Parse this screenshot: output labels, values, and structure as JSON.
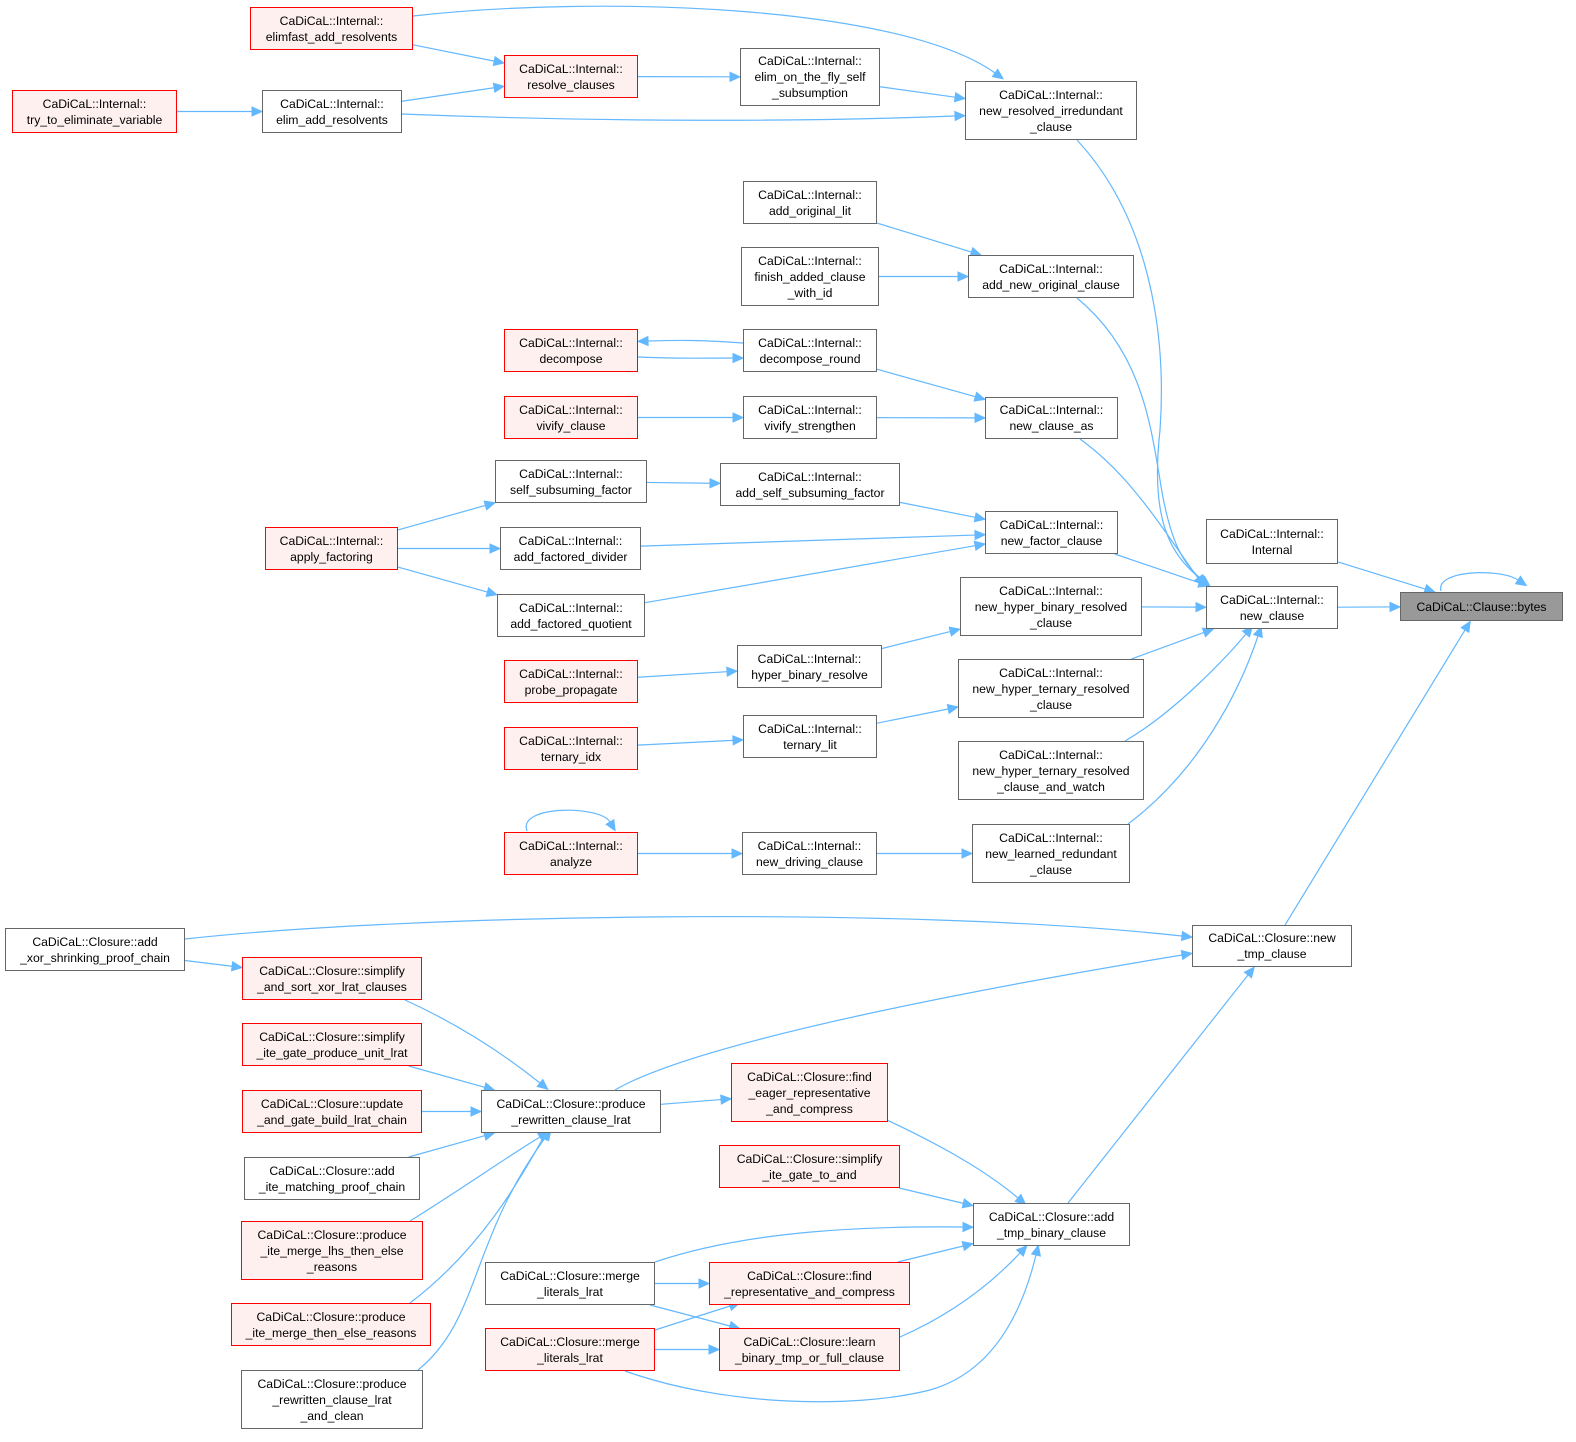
{
  "graph": {
    "title": "",
    "colors": {
      "edge": "#63b8ff",
      "normal_border": "#666666",
      "red_border": "#ff0000",
      "red_fill": "#fff0f0",
      "focus_fill": "#999999"
    },
    "nodes": [
      {
        "id": "bytes",
        "lines": [
          "CaDiCaL::Clause::bytes"
        ],
        "style": "grey"
      },
      {
        "id": "internal_ctor",
        "lines": [
          "CaDiCaL::Internal::",
          "Internal"
        ],
        "style": "normal"
      },
      {
        "id": "new_clause",
        "lines": [
          "CaDiCaL::Internal::",
          "new_clause"
        ],
        "style": "normal"
      },
      {
        "id": "new_tmp_clause",
        "lines": [
          "CaDiCaL::Closure::new",
          "_tmp_clause"
        ],
        "style": "normal"
      },
      {
        "id": "new_resolved_irredundant_clause",
        "lines": [
          "CaDiCaL::Internal::",
          "new_resolved_irredundant",
          "_clause"
        ],
        "style": "normal"
      },
      {
        "id": "add_new_original_clause",
        "lines": [
          "CaDiCaL::Internal::",
          "add_new_original_clause"
        ],
        "style": "normal"
      },
      {
        "id": "new_clause_as",
        "lines": [
          "CaDiCaL::Internal::",
          "new_clause_as"
        ],
        "style": "normal"
      },
      {
        "id": "new_factor_clause",
        "lines": [
          "CaDiCaL::Internal::",
          "new_factor_clause"
        ],
        "style": "normal"
      },
      {
        "id": "new_hyper_binary_resolved_clause",
        "lines": [
          "CaDiCaL::Internal::",
          "new_hyper_binary_resolved",
          "_clause"
        ],
        "style": "normal"
      },
      {
        "id": "new_hyper_ternary_resolved_clause",
        "lines": [
          "CaDiCaL::Internal::",
          "new_hyper_ternary_resolved",
          "_clause"
        ],
        "style": "normal"
      },
      {
        "id": "new_hyper_ternary_resolved_clause_and_watch",
        "lines": [
          "CaDiCaL::Internal::",
          "new_hyper_ternary_resolved",
          "_clause_and_watch"
        ],
        "style": "normal"
      },
      {
        "id": "new_learned_redundant_clause",
        "lines": [
          "CaDiCaL::Internal::",
          "new_learned_redundant",
          "_clause"
        ],
        "style": "normal"
      },
      {
        "id": "elim_on_the_fly_self_subsumption",
        "lines": [
          "CaDiCaL::Internal::",
          "elim_on_the_fly_self",
          "_subsumption"
        ],
        "style": "normal"
      },
      {
        "id": "resolve_clauses",
        "lines": [
          "CaDiCaL::Internal::",
          "resolve_clauses"
        ],
        "style": "red"
      },
      {
        "id": "elimfast_add_resolvents",
        "lines": [
          "CaDiCaL::Internal::",
          "elimfast_add_resolvents"
        ],
        "style": "red"
      },
      {
        "id": "elim_add_resolvents",
        "lines": [
          "CaDiCaL::Internal::",
          "elim_add_resolvents"
        ],
        "style": "normal"
      },
      {
        "id": "try_to_eliminate_variable",
        "lines": [
          "CaDiCaL::Internal::",
          "try_to_eliminate_variable"
        ],
        "style": "red"
      },
      {
        "id": "add_original_lit",
        "lines": [
          "CaDiCaL::Internal::",
          "add_original_lit"
        ],
        "style": "normal"
      },
      {
        "id": "finish_added_clause_with_id",
        "lines": [
          "CaDiCaL::Internal::",
          "finish_added_clause",
          "_with_id"
        ],
        "style": "normal"
      },
      {
        "id": "decompose_round",
        "lines": [
          "CaDiCaL::Internal::",
          "decompose_round"
        ],
        "style": "normal"
      },
      {
        "id": "decompose",
        "lines": [
          "CaDiCaL::Internal::",
          "decompose"
        ],
        "style": "red"
      },
      {
        "id": "vivify_strengthen",
        "lines": [
          "CaDiCaL::Internal::",
          "vivify_strengthen"
        ],
        "style": "normal"
      },
      {
        "id": "vivify_clause",
        "lines": [
          "CaDiCaL::Internal::",
          "vivify_clause"
        ],
        "style": "red"
      },
      {
        "id": "add_self_subsuming_factor",
        "lines": [
          "CaDiCaL::Internal::",
          "add_self_subsuming_factor"
        ],
        "style": "normal"
      },
      {
        "id": "self_subsuming_factor",
        "lines": [
          "CaDiCaL::Internal::",
          "self_subsuming_factor"
        ],
        "style": "normal"
      },
      {
        "id": "add_factored_divider",
        "lines": [
          "CaDiCaL::Internal::",
          "add_factored_divider"
        ],
        "style": "normal"
      },
      {
        "id": "add_factored_quotient",
        "lines": [
          "CaDiCaL::Internal::",
          "add_factored_quotient"
        ],
        "style": "normal"
      },
      {
        "id": "apply_factoring",
        "lines": [
          "CaDiCaL::Internal::",
          "apply_factoring"
        ],
        "style": "red"
      },
      {
        "id": "hyper_binary_resolve",
        "lines": [
          "CaDiCaL::Internal::",
          "hyper_binary_resolve"
        ],
        "style": "normal"
      },
      {
        "id": "probe_propagate",
        "lines": [
          "CaDiCaL::Internal::",
          "probe_propagate"
        ],
        "style": "red"
      },
      {
        "id": "ternary_lit",
        "lines": [
          "CaDiCaL::Internal::",
          "ternary_lit"
        ],
        "style": "normal"
      },
      {
        "id": "ternary_idx",
        "lines": [
          "CaDiCaL::Internal::",
          "ternary_idx"
        ],
        "style": "red"
      },
      {
        "id": "new_driving_clause",
        "lines": [
          "CaDiCaL::Internal::",
          "new_driving_clause"
        ],
        "style": "normal"
      },
      {
        "id": "analyze",
        "lines": [
          "CaDiCaL::Internal::",
          "analyze"
        ],
        "style": "red"
      },
      {
        "id": "add_xor_shrinking_proof_chain",
        "lines": [
          "CaDiCaL::Closure::add",
          "_xor_shrinking_proof_chain"
        ],
        "style": "normal"
      },
      {
        "id": "simplify_and_sort_xor_lrat_clauses",
        "lines": [
          "CaDiCaL::Closure::simplify",
          "_and_sort_xor_lrat_clauses"
        ],
        "style": "red"
      },
      {
        "id": "simplify_ite_gate_produce_unit_lrat",
        "lines": [
          "CaDiCaL::Closure::simplify",
          "_ite_gate_produce_unit_lrat"
        ],
        "style": "red"
      },
      {
        "id": "update_and_gate_build_lrat_chain",
        "lines": [
          "CaDiCaL::Closure::update",
          "_and_gate_build_lrat_chain"
        ],
        "style": "red"
      },
      {
        "id": "add_ite_matching_proof_chain",
        "lines": [
          "CaDiCaL::Closure::add",
          "_ite_matching_proof_chain"
        ],
        "style": "normal"
      },
      {
        "id": "produce_ite_merge_lhs_then_else_reasons",
        "lines": [
          "CaDiCaL::Closure::produce",
          "_ite_merge_lhs_then_else",
          "_reasons"
        ],
        "style": "red"
      },
      {
        "id": "produce_ite_merge_then_else_reasons",
        "lines": [
          "CaDiCaL::Closure::produce",
          "_ite_merge_then_else_reasons"
        ],
        "style": "red"
      },
      {
        "id": "produce_rewritten_clause_lrat_and_clean",
        "lines": [
          "CaDiCaL::Closure::produce",
          "_rewritten_clause_lrat",
          "_and_clean"
        ],
        "style": "normal"
      },
      {
        "id": "produce_rewritten_clause_lrat",
        "lines": [
          "CaDiCaL::Closure::produce",
          "_rewritten_clause_lrat"
        ],
        "style": "normal"
      },
      {
        "id": "find_eager_representative_and_compress",
        "lines": [
          "CaDiCaL::Closure::find",
          "_eager_representative",
          "_and_compress"
        ],
        "style": "red"
      },
      {
        "id": "simplify_ite_gate_to_and",
        "lines": [
          "CaDiCaL::Closure::simplify",
          "_ite_gate_to_and"
        ],
        "style": "red"
      },
      {
        "id": "add_tmp_binary_clause",
        "lines": [
          "CaDiCaL::Closure::add",
          "_tmp_binary_clause"
        ],
        "style": "normal"
      },
      {
        "id": "find_representative_and_compress",
        "lines": [
          "CaDiCaL::Closure::find",
          "_representative_and_compress"
        ],
        "style": "red"
      },
      {
        "id": "learn_binary_tmp_or_full_clause",
        "lines": [
          "CaDiCaL::Closure::learn",
          "_binary_tmp_or_full_clause"
        ],
        "style": "red"
      },
      {
        "id": "merge_literals_lrat_a",
        "lines": [
          "CaDiCaL::Closure::merge",
          "_literals_lrat"
        ],
        "style": "normal"
      },
      {
        "id": "merge_literals_lrat_b",
        "lines": [
          "CaDiCaL::Closure::merge",
          "_literals_lrat"
        ],
        "style": "red"
      }
    ],
    "edges": [
      [
        "bytes",
        "bytes"
      ],
      [
        "internal_ctor",
        "bytes"
      ],
      [
        "new_clause",
        "bytes"
      ],
      [
        "new_tmp_clause",
        "bytes"
      ],
      [
        "new_resolved_irredundant_clause",
        "new_clause"
      ],
      [
        "add_new_original_clause",
        "new_clause"
      ],
      [
        "new_clause_as",
        "new_clause"
      ],
      [
        "new_factor_clause",
        "new_clause"
      ],
      [
        "new_hyper_binary_resolved_clause",
        "new_clause"
      ],
      [
        "new_hyper_ternary_resolved_clause",
        "new_clause"
      ],
      [
        "new_hyper_ternary_resolved_clause_and_watch",
        "new_clause"
      ],
      [
        "new_learned_redundant_clause",
        "new_clause"
      ],
      [
        "elimfast_add_resolvents",
        "new_resolved_irredundant_clause"
      ],
      [
        "elim_on_the_fly_self_subsumption",
        "new_resolved_irredundant_clause"
      ],
      [
        "elim_add_resolvents",
        "new_resolved_irredundant_clause"
      ],
      [
        "resolve_clauses",
        "elim_on_the_fly_self_subsumption"
      ],
      [
        "elimfast_add_resolvents",
        "resolve_clauses"
      ],
      [
        "elim_add_resolvents",
        "resolve_clauses"
      ],
      [
        "try_to_eliminate_variable",
        "elim_add_resolvents"
      ],
      [
        "add_original_lit",
        "add_new_original_clause"
      ],
      [
        "finish_added_clause_with_id",
        "add_new_original_clause"
      ],
      [
        "decompose_round",
        "new_clause_as"
      ],
      [
        "vivify_strengthen",
        "new_clause_as"
      ],
      [
        "decompose_round",
        "decompose"
      ],
      [
        "decompose",
        "decompose_round"
      ],
      [
        "vivify_clause",
        "vivify_strengthen"
      ],
      [
        "add_self_subsuming_factor",
        "new_factor_clause"
      ],
      [
        "add_factored_divider",
        "new_factor_clause"
      ],
      [
        "add_factored_quotient",
        "new_factor_clause"
      ],
      [
        "self_subsuming_factor",
        "add_self_subsuming_factor"
      ],
      [
        "apply_factoring",
        "self_subsuming_factor"
      ],
      [
        "apply_factoring",
        "add_factored_divider"
      ],
      [
        "apply_factoring",
        "add_factored_quotient"
      ],
      [
        "hyper_binary_resolve",
        "new_hyper_binary_resolved_clause"
      ],
      [
        "probe_propagate",
        "hyper_binary_resolve"
      ],
      [
        "ternary_lit",
        "new_hyper_ternary_resolved_clause"
      ],
      [
        "ternary_idx",
        "ternary_lit"
      ],
      [
        "new_driving_clause",
        "new_learned_redundant_clause"
      ],
      [
        "analyze",
        "new_driving_clause"
      ],
      [
        "analyze",
        "analyze"
      ],
      [
        "add_xor_shrinking_proof_chain",
        "new_tmp_clause"
      ],
      [
        "produce_rewritten_clause_lrat",
        "new_tmp_clause"
      ],
      [
        "add_tmp_binary_clause",
        "new_tmp_clause"
      ],
      [
        "add_xor_shrinking_proof_chain",
        "simplify_and_sort_xor_lrat_clauses"
      ],
      [
        "simplify_and_sort_xor_lrat_clauses",
        "produce_rewritten_clause_lrat"
      ],
      [
        "simplify_ite_gate_produce_unit_lrat",
        "produce_rewritten_clause_lrat"
      ],
      [
        "update_and_gate_build_lrat_chain",
        "produce_rewritten_clause_lrat"
      ],
      [
        "add_ite_matching_proof_chain",
        "produce_rewritten_clause_lrat"
      ],
      [
        "produce_ite_merge_lhs_then_else_reasons",
        "produce_rewritten_clause_lrat"
      ],
      [
        "produce_ite_merge_then_else_reasons",
        "produce_rewritten_clause_lrat"
      ],
      [
        "produce_rewritten_clause_lrat_and_clean",
        "produce_rewritten_clause_lrat"
      ],
      [
        "produce_rewritten_clause_lrat",
        "find_eager_representative_and_compress"
      ],
      [
        "find_eager_representative_and_compress",
        "add_tmp_binary_clause"
      ],
      [
        "simplify_ite_gate_to_and",
        "add_tmp_binary_clause"
      ],
      [
        "merge_literals_lrat_a",
        "add_tmp_binary_clause"
      ],
      [
        "find_representative_and_compress",
        "add_tmp_binary_clause"
      ],
      [
        "learn_binary_tmp_or_full_clause",
        "add_tmp_binary_clause"
      ],
      [
        "merge_literals_lrat_b",
        "add_tmp_binary_clause"
      ],
      [
        "merge_literals_lrat_a",
        "find_representative_and_compress"
      ],
      [
        "merge_literals_lrat_a",
        "learn_binary_tmp_or_full_clause"
      ],
      [
        "merge_literals_lrat_b",
        "find_representative_and_compress"
      ],
      [
        "merge_literals_lrat_b",
        "learn_binary_tmp_or_full_clause"
      ]
    ]
  }
}
